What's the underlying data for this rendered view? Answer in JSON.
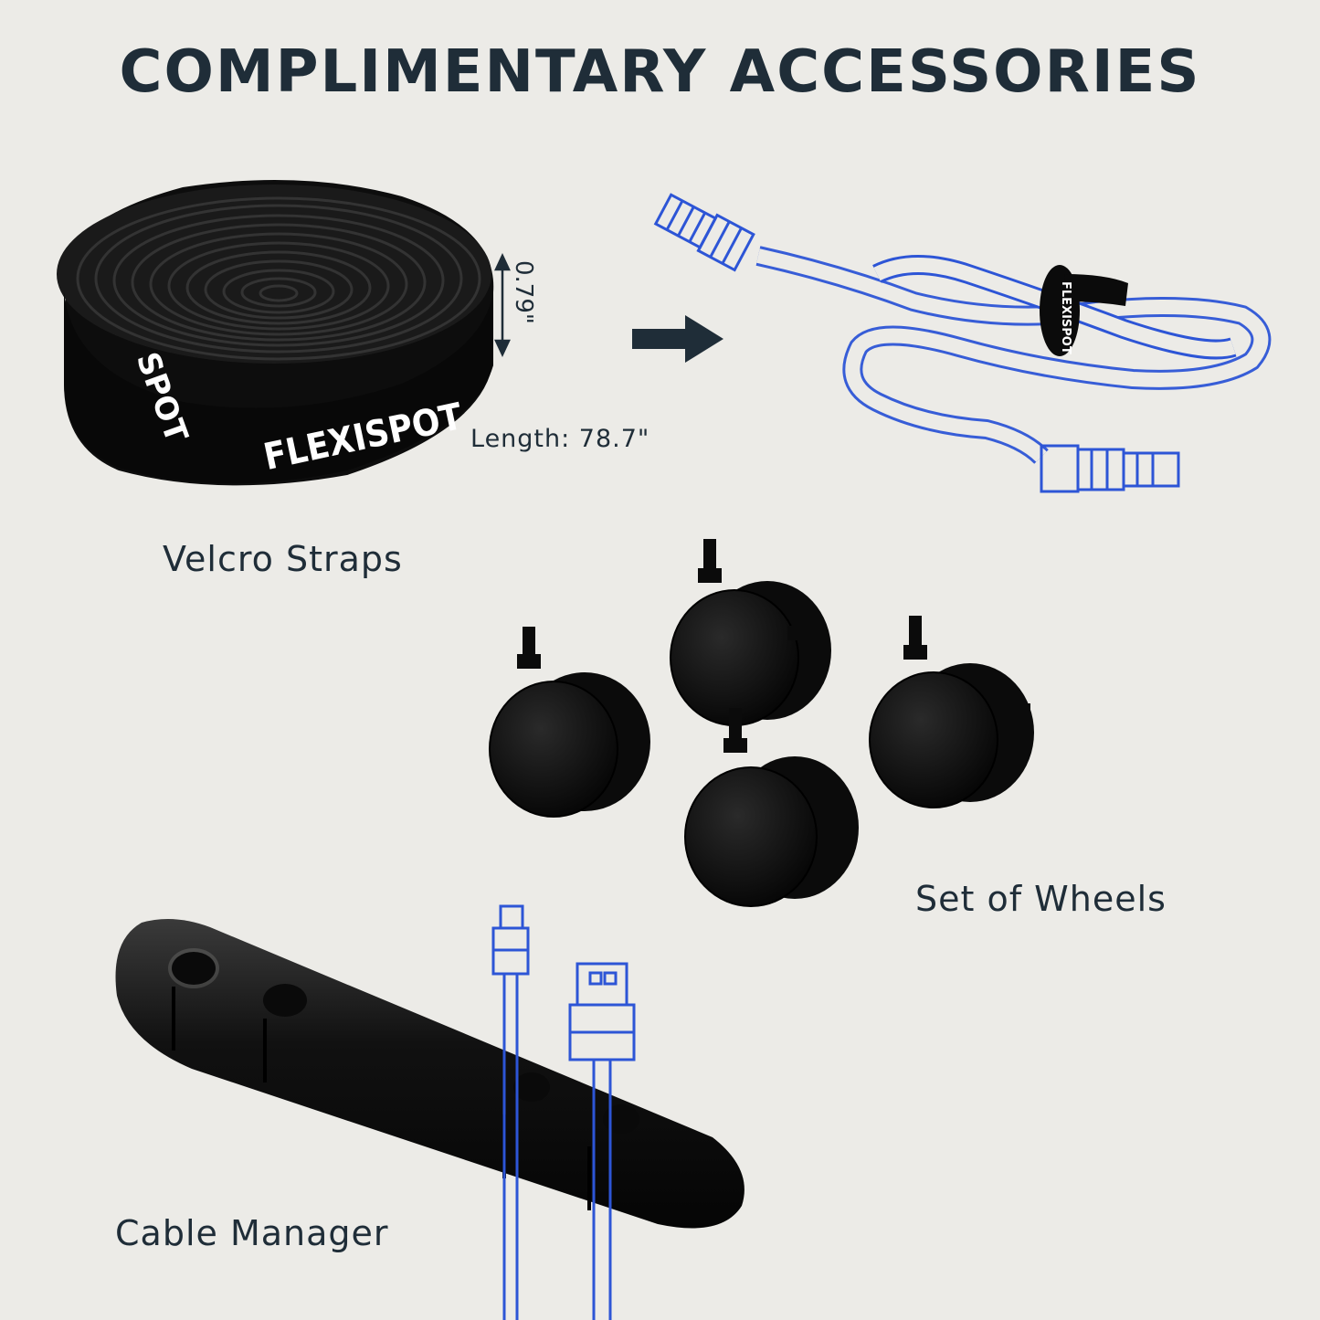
{
  "title": "COMPLIMENTARY ACCESSORIES",
  "brand": "FLEXISPOT",
  "strap_tag_text": "FLEXISPOT",
  "velcro": {
    "label": "Velcro Straps",
    "width_label": "0.79\"",
    "length_label": "Length: 78.7\""
  },
  "wheels": {
    "label": "Set of Wheels",
    "count": 4
  },
  "cable_manager": {
    "label": "Cable Manager"
  },
  "colors": {
    "background": "#ecebe7",
    "text": "#1f2d38",
    "product_black": "#0b0b0b",
    "cable_line_blue": "#2d55d6"
  },
  "icons": {
    "arrow": "right-arrow-icon"
  }
}
